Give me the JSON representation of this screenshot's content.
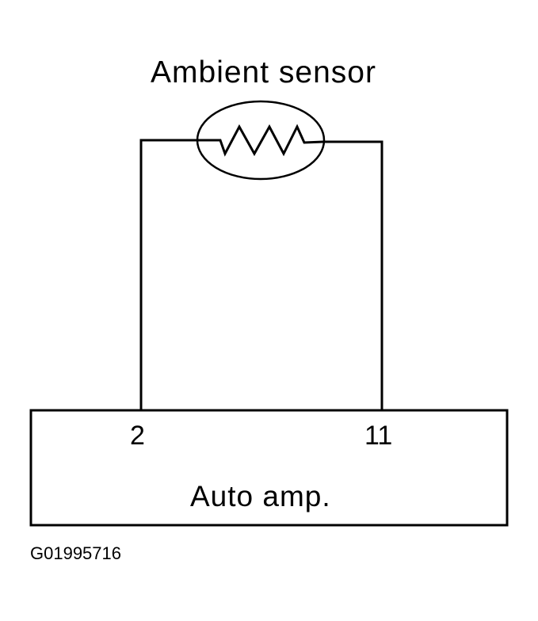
{
  "diagram": {
    "sensor_label": "Ambient sensor",
    "terminal_left": "2",
    "terminal_right": "11",
    "module_label": "Auto amp.",
    "figure_id": "G01995716",
    "line_color": "#000000",
    "background_color": "#ffffff",
    "sensor_symbol": "resistor-icon"
  }
}
